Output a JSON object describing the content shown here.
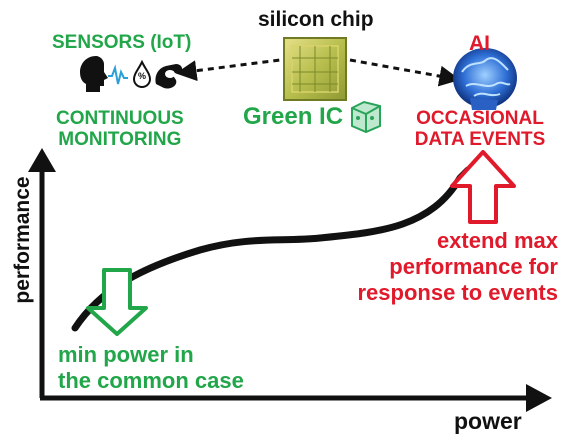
{
  "labels": {
    "chip": "silicon chip",
    "sensors": "SENSORS (IoT)",
    "ai": "AI",
    "continuous_line1": "CONTINUOUS",
    "continuous_line2": "MONITORING",
    "data_events_line1": "OCCASIONAL",
    "data_events_line2": "DATA EVENTS",
    "green_ic": "Green IC",
    "extend_line1": "extend max",
    "extend_line2": "performance for",
    "extend_line3": "response to events",
    "min_line1": "min power in",
    "min_line2": "the common case",
    "x_axis": "power",
    "y_axis": "performance",
    "sensor_badge": "%"
  },
  "colors": {
    "green": "#22a64a",
    "red": "#e0192b",
    "axis": "#111111",
    "curve": "#111111"
  },
  "icons": [
    "head-silhouette-icon",
    "signal-wave-icon",
    "droplet-icon",
    "hand-icon",
    "silicon-chip-image",
    "brain-icon",
    "circuit-cube-icon"
  ]
}
